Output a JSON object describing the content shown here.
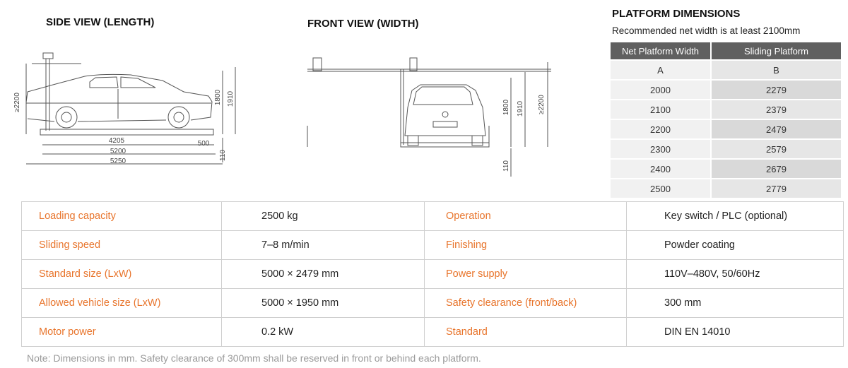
{
  "side_view": {
    "title": "SIDE VIEW (LENGTH)",
    "dimensions": [
      "≥2200",
      "1800",
      "1910",
      "4205",
      "500",
      "5200",
      "5250",
      "110"
    ]
  },
  "front_view": {
    "title": "FRONT VIEW (WIDTH)",
    "dimensions": [
      "1800",
      "1910",
      "≥2200",
      "110"
    ]
  },
  "platform": {
    "title": "PLATFORM DIMENSIONS",
    "note": "Recommended net width is at least 2100mm",
    "headers": [
      "Net Platform Width",
      "Sliding Platform"
    ],
    "rows": [
      [
        "A",
        "B"
      ],
      [
        "2000",
        "2279"
      ],
      [
        "2100",
        "2379"
      ],
      [
        "2200",
        "2479"
      ],
      [
        "2300",
        "2579"
      ],
      [
        "2400",
        "2679"
      ],
      [
        "2500",
        "2779"
      ]
    ]
  },
  "specs": [
    [
      "Loading capacity",
      "2500 kg",
      "Operation",
      "Key switch / PLC (optional)"
    ],
    [
      "Sliding speed",
      "7–8 m/min",
      "Finishing",
      "Powder coating"
    ],
    [
      "Standard size (LxW)",
      "5000 × 2479 mm",
      "Power supply",
      "110V–480V, 50/60Hz"
    ],
    [
      "Allowed vehicle size (LxW)",
      "5000 × 1950 mm",
      "Safety clearance (front/back)",
      "300 mm"
    ],
    [
      "Motor power",
      "0.2 kW",
      "Standard",
      "DIN EN 14010"
    ]
  ],
  "footnote": "Note: Dimensions in mm. Safety clearance of 300mm shall be reserved in front or behind each platform.",
  "colors": {
    "label": "#e8742b",
    "header_bg": "#606060",
    "border": "#cfcfcf"
  }
}
